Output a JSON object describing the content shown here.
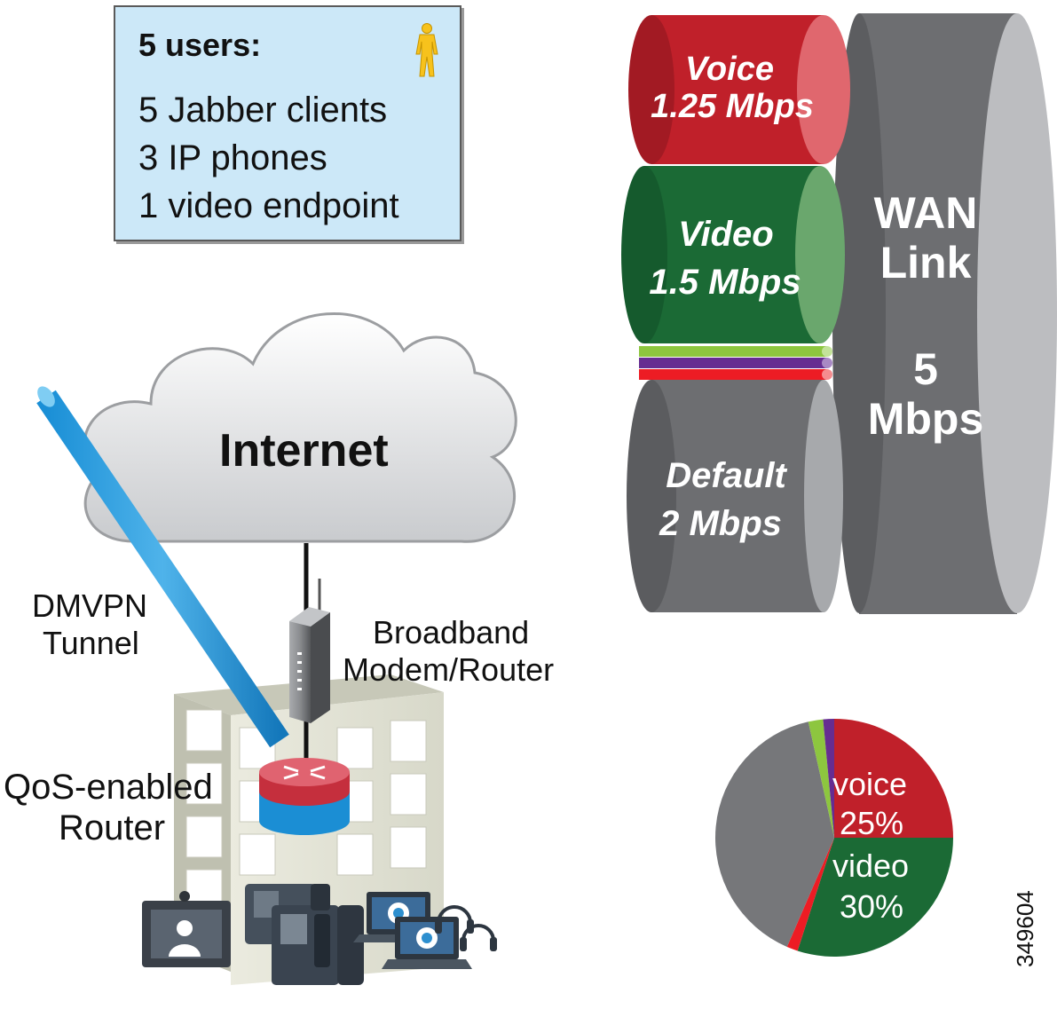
{
  "users_box": {
    "title": "5 users:",
    "lines": [
      "5 Jabber clients",
      "3 IP phones",
      "1 video endpoint"
    ],
    "icon": "person-icon"
  },
  "network": {
    "cloud_label": "Internet",
    "tunnel_label": [
      "DMVPN",
      "Tunnel"
    ],
    "modem_label": [
      "Broadband",
      "Modem/Router"
    ],
    "router_label": [
      "QoS-enabled",
      "Router"
    ]
  },
  "wan": {
    "link_label": [
      "WAN",
      "Link"
    ],
    "capacity_value": "5",
    "capacity_unit": "Mbps",
    "segments": [
      {
        "name": "Voice",
        "rate": "1.25 Mbps",
        "color": "#c0202a"
      },
      {
        "name": "Video",
        "rate": "1.5 Mbps",
        "color": "#1b6a35"
      },
      {
        "name": "Default",
        "rate": "2 Mbps",
        "color": "#6d6e71"
      }
    ],
    "thin_band_colors": [
      "#8dc63f",
      "#662d91",
      "#ed1c24"
    ]
  },
  "pie": {
    "slices": [
      {
        "label": "voice",
        "percent_label": "25%",
        "fraction": 0.25,
        "color": "#c0202a"
      },
      {
        "label": "video",
        "percent_label": "30%",
        "fraction": 0.3,
        "color": "#1b6a35"
      },
      {
        "label": "",
        "percent_label": "",
        "fraction": 0.015,
        "color": "#ed1c24"
      },
      {
        "label": "",
        "percent_label": "",
        "fraction": 0.4,
        "color": "#76777a"
      },
      {
        "label": "",
        "percent_label": "",
        "fraction": 0.02,
        "color": "#8dc63f"
      },
      {
        "label": "",
        "percent_label": "",
        "fraction": 0.015,
        "color": "#662d91"
      }
    ]
  },
  "figure_id": "349604"
}
